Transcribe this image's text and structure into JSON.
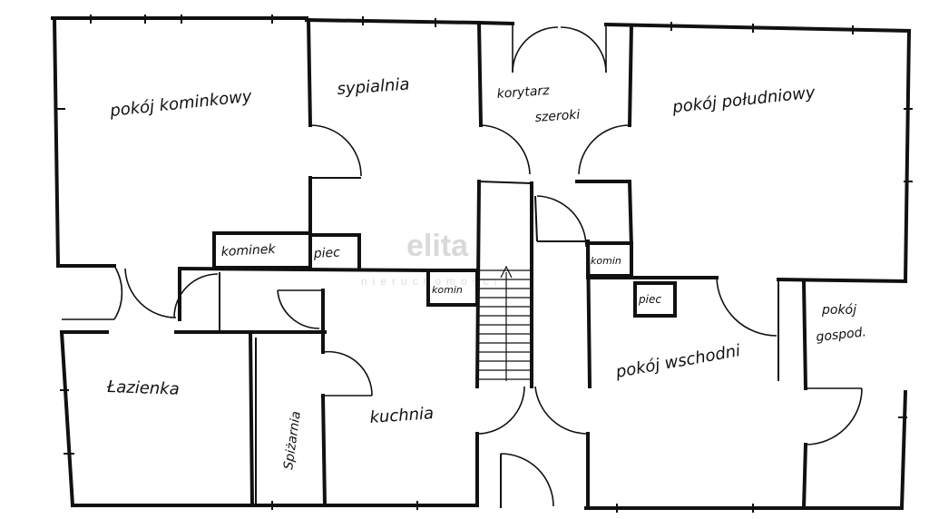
{
  "rooms": {
    "pokoj_kominkowy": "pokój kominkowy",
    "sypialnia": "sypialnia",
    "korytarz_line1": "korytarz",
    "korytarz_line2": "szeroki",
    "pokoj_poludniowy": "pokój południowy",
    "kominek": "kominek",
    "piec_1": "piec",
    "komin_1": "komin",
    "komin_2": "komin",
    "piec_2": "piec",
    "pokoj_gospod_line1": "pokój",
    "pokoj_gospod_line2": "gospod.",
    "pokoj_wschodni": "pokój wschodni",
    "lazienka": "Łazienka",
    "spizarnia": "Spiżarnia",
    "kuchnia": "kuchnia"
  },
  "watermark": {
    "logo": "elita",
    "subtitle": "nieruchomości"
  }
}
